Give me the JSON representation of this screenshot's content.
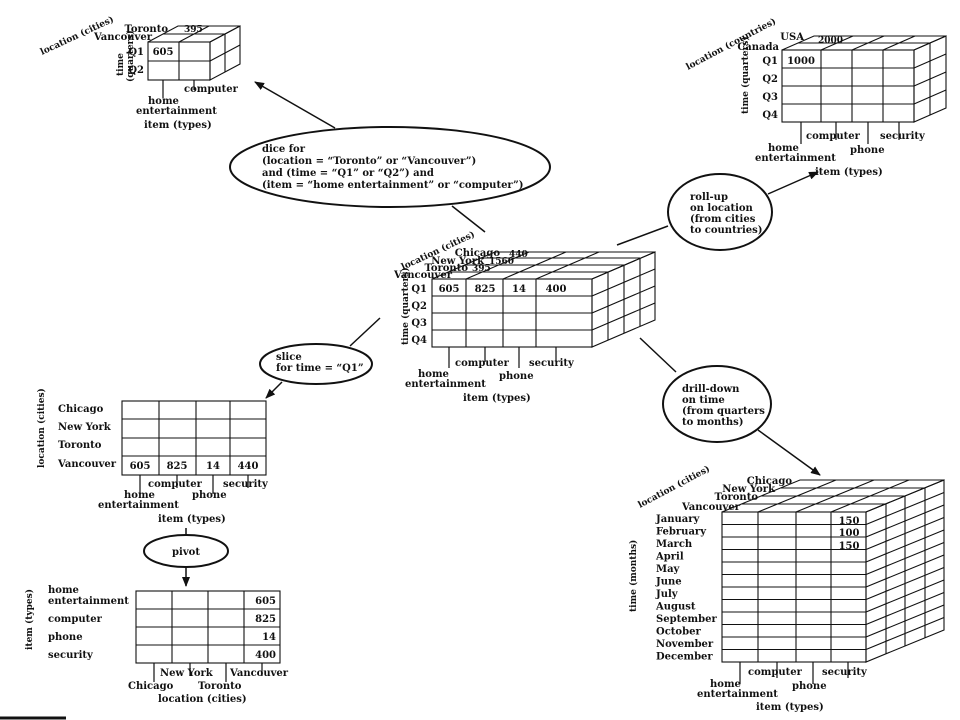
{
  "central": {
    "cities": [
      "Chicago",
      "New York",
      "Toronto",
      "Vancouver"
    ],
    "quarters": [
      "Q1",
      "Q2",
      "Q3",
      "Q4"
    ],
    "row_values": [
      "605",
      "825",
      "14",
      "400"
    ],
    "back_values": [
      "440",
      "1560",
      "395"
    ],
    "location_label": "location (cities)",
    "time_label": "time (quarters)",
    "items_lower": [
      "home",
      "entertainment",
      "phone"
    ],
    "items_upper": [
      "computer",
      "security"
    ],
    "item_axis": "item (types)"
  },
  "dice": {
    "ellipse_lines": [
      "dice for",
      "(location = “Toronto” or “Vancouver”)",
      "and (time = “Q1” or “Q2”) and",
      "(item = “home entertainment” or “computer”)"
    ],
    "cities": [
      "Toronto",
      "Vancouver"
    ],
    "quarters": [
      "Q1",
      "Q2"
    ],
    "front_value": "605",
    "back_value": "395",
    "location_label": "location (cities)",
    "time_label_1": "time",
    "time_label_2": "(quarters)",
    "items": [
      "computer",
      "home",
      "entertainment"
    ],
    "item_axis": "item (types)"
  },
  "rollup": {
    "ellipse_lines": [
      "roll-up",
      "on location",
      "(from cities",
      "to countries)"
    ],
    "countries": [
      "USA",
      "Canada"
    ],
    "quarters": [
      "Q1",
      "Q2",
      "Q3",
      "Q4"
    ],
    "front_value": "1000",
    "back_value": "2000",
    "location_label": "location (countries)",
    "time_label": "time (quarters)",
    "items": [
      "computer",
      "security",
      "home",
      "entertainment",
      "phone"
    ],
    "item_axis": "item (types)"
  },
  "slice": {
    "ellipse_lines": [
      "slice",
      "for time = “Q1”"
    ],
    "cities": [
      "Chicago",
      "New York",
      "Toronto",
      "Vancouver"
    ],
    "row_values": [
      "605",
      "825",
      "14",
      "440"
    ],
    "location_label": "location (cities)",
    "items": [
      "computer",
      "security",
      "home",
      "entertainment",
      "phone"
    ],
    "item_axis": "item (types)"
  },
  "pivot": {
    "ellipse_label": "pivot",
    "items": [
      "home",
      "entertainment",
      "computer",
      "phone",
      "security"
    ],
    "col_values": [
      "605",
      "825",
      "14",
      "400"
    ],
    "item_label": "item (types)",
    "cities_upper": [
      "New York",
      "Vancouver"
    ],
    "cities_lower": [
      "Chicago",
      "Toronto"
    ],
    "location_axis": "location (cities)"
  },
  "drill": {
    "ellipse_lines": [
      "drill-down",
      "on time",
      "(from quarters",
      "to months)"
    ],
    "cities": [
      "Chicago",
      "New York",
      "Toronto",
      "Vancouver"
    ],
    "months": [
      "January",
      "February",
      "March",
      "April",
      "May",
      "June",
      "July",
      "August",
      "September",
      "October",
      "November",
      "December"
    ],
    "col_values": [
      "150",
      "100",
      "150"
    ],
    "location_label": "location (cities)",
    "time_label": "time (months)",
    "items": [
      "computer",
      "security",
      "home",
      "entertainment",
      "phone"
    ],
    "item_axis": "item (types)"
  }
}
